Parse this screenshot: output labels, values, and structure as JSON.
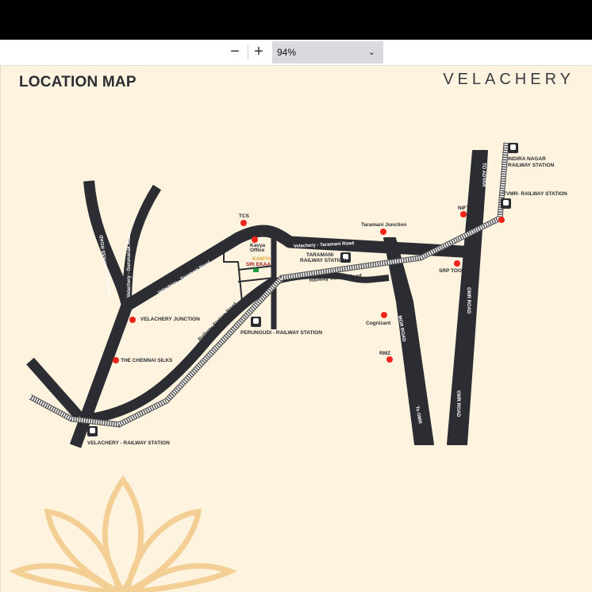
{
  "toolbar": {
    "zoom_out": "−",
    "zoom_in": "+",
    "zoom_level": "94%"
  },
  "page": {
    "title": "LOCATION MAP",
    "brand": "VELACHERY"
  },
  "map": {
    "roads": {
      "bypass": "Velachery - BYPASS ROAD",
      "gurunanak": "Velachery - Gurunanak Road",
      "taramani_west": "Velachery - Taramani Road",
      "taramani_east": "Velachery - Taramani Road",
      "railway_station_road": "Railway Station Road",
      "railway_station_road_2": "Railway Station Road",
      "mgr": "MGR ROAD",
      "to_omr": "To OMR",
      "omr_1": "OMR ROAD",
      "omr_2": "OMR ROAD",
      "to_adyar": "TO ADYAR"
    },
    "landmarks": {
      "tcs": "TCS",
      "kavya_1": "Kavya",
      "kavya_2": "Office",
      "project_brand": "KAMYA",
      "project": "SRI EKAA",
      "taramani_junction": "Taramani Junction",
      "nift": "NIFT",
      "srp_tools": "SRP TOOLS",
      "velachery_junction": "VELACHERY JUNCTION",
      "chennai_silks": "THE CHENNAI SILKS",
      "cognizant": "Cognizant",
      "rmz": "RMZ"
    },
    "stations": {
      "taramani_1": "TARAMANI",
      "taramani_2": "RAILWAY STATION",
      "perungudi": "PERUNGUDI - RAILWAY STATION",
      "velachery": "VELACHERY - RAILWAY STATION",
      "indira_1": "INDIRA NAGAR",
      "indira_2": "RAILWAY STATION",
      "tvmr": "TVMR- RAILWAY STATION"
    },
    "colors": {
      "road": "#2b2d33",
      "marker": "#f0241a",
      "background": "#fdf3de",
      "flower": "#f3cf95"
    }
  }
}
